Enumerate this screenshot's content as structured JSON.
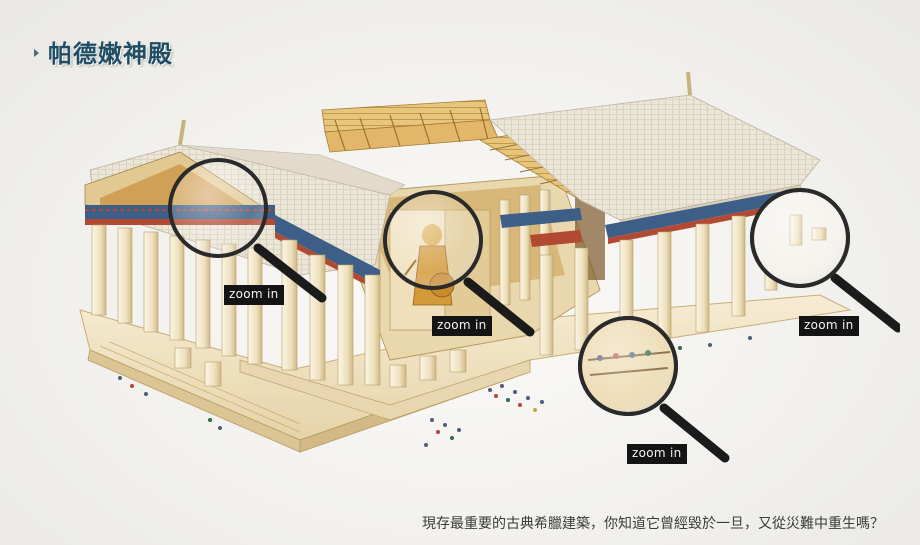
{
  "header": {
    "title": "帕德嫩神殿"
  },
  "zoom_spots": [
    {
      "id": "pediment",
      "label": "zoom in"
    },
    {
      "id": "athena-statue",
      "label": "zoom in"
    },
    {
      "id": "ruined-columns",
      "label": "zoom in"
    },
    {
      "id": "procession",
      "label": "zoom in"
    }
  ],
  "caption": "現存最重要的古典希臘建築，你知道它曾經毀於一旦，又從災難中重生嗎？",
  "colors": {
    "title": "#1f4e63",
    "label_bg": "#141414",
    "stone": "#efe2c4",
    "roof": "#e9e3d6",
    "frieze": "#3d5e86",
    "accent_red": "#b24a33"
  }
}
